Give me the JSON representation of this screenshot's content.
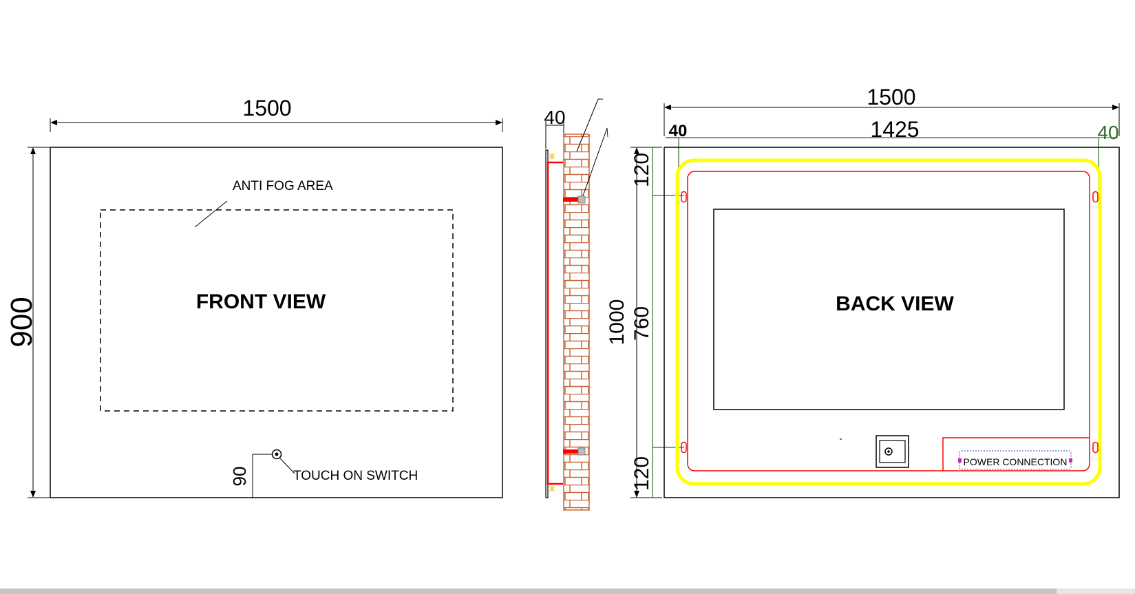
{
  "front_view": {
    "title": "FRONT VIEW",
    "width_label": "1500",
    "height_label": "900",
    "anti_fog_label": "ANTI FOG AREA",
    "switch_label": "TOUCH ON SWITCH",
    "switch_offset_label": "90"
  },
  "side_view": {
    "depth_label": "40"
  },
  "back_view": {
    "title": "BACK VIEW",
    "width_label": "1500",
    "inner_width_label": "1425",
    "left_margin_label": "40",
    "right_margin_label": "40",
    "height_label": "1000",
    "top_offset_label": "120",
    "middle_label": "760",
    "bottom_offset_label": "120",
    "power_label": "POWER CONNECTION"
  },
  "colors": {
    "outline": "#000000",
    "led_strip": "#ffff00",
    "wiring": "#ff0000",
    "dimension_green": "#2e6b2e",
    "brick": "#c8683a",
    "connector": "#d020d0"
  }
}
